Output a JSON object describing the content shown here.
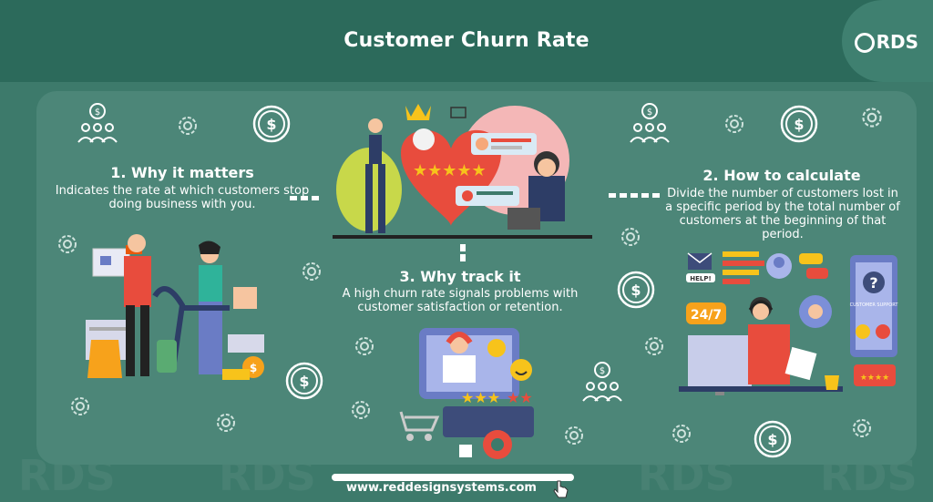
{
  "header": {
    "title": "Customer Churn Rate",
    "logo_text": "RDS"
  },
  "sections": [
    {
      "title": "1. Why it matters",
      "text": "Indicates the rate at which customers stop doing business with you."
    },
    {
      "title": "2. How to calculate",
      "text": "Divide the number of customers lost in a specific period by the total number of customers at the beginning of that period."
    },
    {
      "title": "3. Why track it",
      "text": "A high churn rate signals problems with customer satisfaction or retention."
    }
  ],
  "illustrations": {
    "center_top_labels": {
      "stars": "★★★★★"
    },
    "support_labels": {
      "help": "HELP!",
      "hours": "24/7",
      "customer_support": "CUSTOMER SUPPORT",
      "question": "?"
    }
  },
  "footer": {
    "url": "www.reddesignsystems.com"
  },
  "colors": {
    "background": "#3d7a6b",
    "header": "#2c6a5b",
    "panel": "#4c8678",
    "accent_red": "#e84c3d",
    "accent_yellow": "#f7c31b"
  }
}
